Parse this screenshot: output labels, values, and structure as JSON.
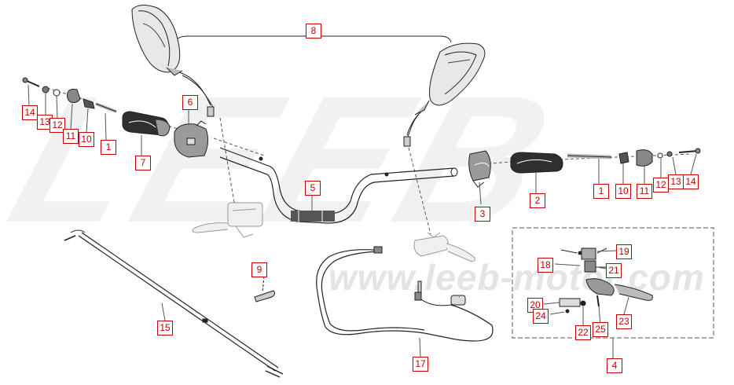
{
  "watermark": {
    "brand": "LEEB",
    "url": "www.leeb-motor.com"
  },
  "callouts": {
    "c1a": "1",
    "c1b": "1",
    "c2": "2",
    "c3": "3",
    "c4": "4",
    "c5": "5",
    "c6": "6",
    "c7": "7",
    "c8": "8",
    "c9": "9",
    "c10a": "10",
    "c10b": "10",
    "c11a": "11",
    "c11b": "11",
    "c12a": "12",
    "c12b": "12",
    "c13a": "13",
    "c13b": "13",
    "c14a": "14",
    "c14b": "14",
    "c15": "15",
    "c17": "17",
    "c18": "18",
    "c19": "19",
    "c20": "20",
    "c21": "21",
    "c22": "22",
    "c23": "23",
    "c24": "24",
    "c25": "25"
  },
  "colors": {
    "callout": "#c40000",
    "line": "#222222",
    "grip": "#2a2a2a"
  }
}
